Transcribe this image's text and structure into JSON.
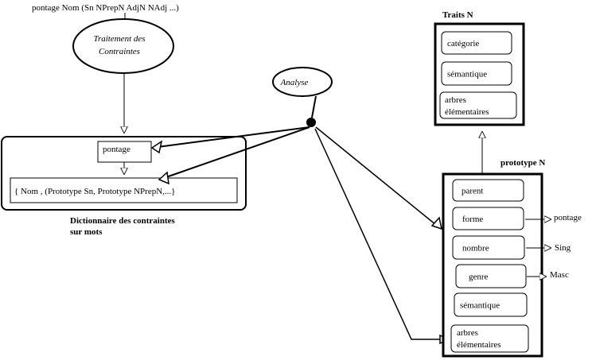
{
  "top_note": "pontage Nom (Sn NPrepN AdjN NAdj ...)",
  "ellipse_traitement": {
    "line1": "Traitement des",
    "line2": "Contraintes"
  },
  "ellipse_analyse": "Analyse",
  "dictionnaire": {
    "pontage_box": "pontage",
    "list_box": "{ Nom , (Prototype Sn, Prototype NPrepN,...}",
    "caption_line1": "Dictionnaire des contraintes",
    "caption_line2": "sur mots"
  },
  "traits": {
    "title": "Traits N",
    "items": [
      {
        "lines": [
          "catégorie"
        ]
      },
      {
        "lines": [
          "sémantique"
        ]
      },
      {
        "lines": [
          "arbres",
          "élémentaires"
        ]
      }
    ]
  },
  "prototype": {
    "title": "prototype N",
    "items": [
      {
        "lines": [
          "parent"
        ]
      },
      {
        "lines": [
          "forme"
        ]
      },
      {
        "lines": [
          "nombre"
        ]
      },
      {
        "lines": [
          "genre"
        ]
      },
      {
        "lines": [
          "sémantique"
        ]
      },
      {
        "lines": [
          "arbres",
          "élémentaires"
        ]
      }
    ],
    "values": {
      "forme": "pontage",
      "nombre": "Sing",
      "genre": "Masc"
    }
  }
}
